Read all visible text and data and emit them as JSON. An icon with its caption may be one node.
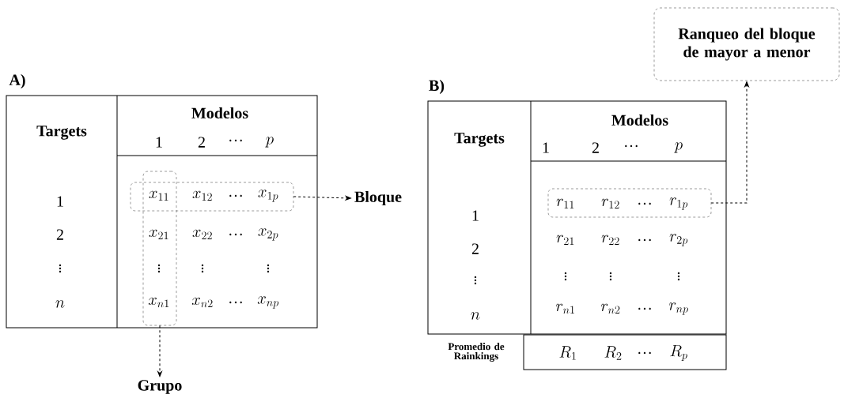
{
  "diagram": {
    "nodes": [
      {
        "text": [],
        "shape": "box"
      },
      {
        "text": [],
        "shape": "box"
      },
      {
        "text": [
          "Bloque"
        ]
      },
      {
        "text": [
          "Grupo"
        ]
      },
      {
        "text": [],
        "shape": "box"
      },
      {
        "text": [
          "Ranqueo del bloque de mayor a menor"
        ]
      }
    ],
    "edges": [
      {
        "from": 0,
        "to": 2,
        "arrow": "to",
        "style": "dashed"
      },
      {
        "from": 1,
        "to": 3,
        "arrow": "to",
        "style": "dashed"
      },
      {
        "from": 4,
        "to": 5,
        "arrow": "to",
        "style": "dashed"
      }
    ],
    "labels": [
      "A)",
      "Targets",
      "Modelos",
      "1",
      "2",
      "…",
      "p",
      "1",
      "x_{11}",
      "x_{12}",
      "…",
      "x_{1p}",
      "2",
      "x_{21}",
      "x_{22}",
      "…",
      "x_{2p}",
      "\\vdots",
      "\\vdots",
      "\\vdots",
      "\\vdots",
      "n",
      "x_{n1}",
      "x_{n2}",
      "…",
      "x_{np}",
      "B)",
      "Targets",
      "Modelos",
      "1",
      "2",
      "…",
      "p",
      "1",
      "r_{11}",
      "r_{12}",
      "…",
      "r_{1p}",
      "2",
      "r_{21}",
      "r_{22}",
      "…",
      "r_{2p}",
      "\\vdots",
      "\\vdots",
      "\\vdots",
      "\\vdots",
      "n",
      "r_{n1}",
      "r_{n2}",
      "…",
      "r_{np}",
      "Promedio de Rainkings",
      "R_{1}",
      "R_{2}",
      "…",
      "R_{p}"
    ]
  }
}
